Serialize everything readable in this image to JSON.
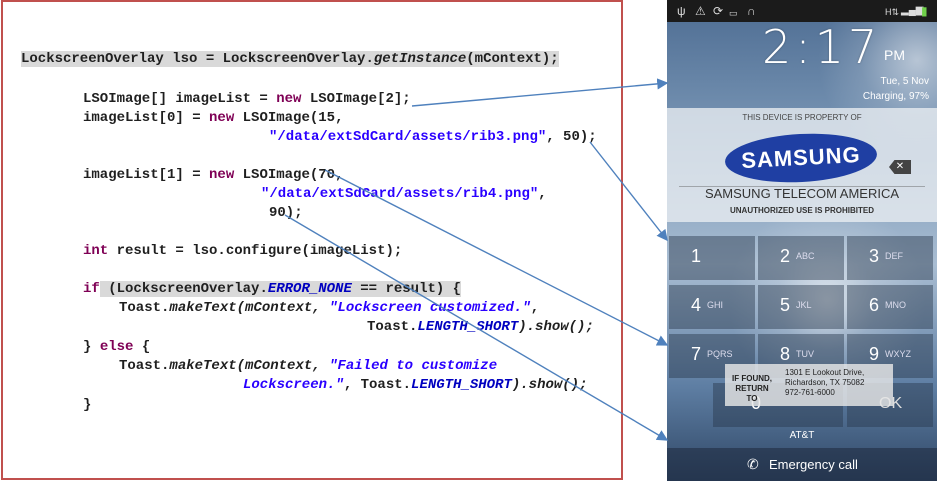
{
  "code": {
    "line1": {
      "a": "LockscreenOverlay lso = LockscreenOverlay.",
      "b": "getInstance",
      "c": "(mContext);"
    },
    "line2": {
      "a": "LSOImage[] imageList = ",
      "kw": "new",
      "b": " LSOImage[2];"
    },
    "line3": {
      "a": "imageList[0] = ",
      "kw": "new",
      "b": " LSOImage(15,"
    },
    "line4": {
      "str": "\"/data/extSdCard/assets/rib3.png\"",
      "b": ", 50);"
    },
    "line5": {
      "a": "imageList[1] = ",
      "kw": "new",
      "b": " LSOImage(70,"
    },
    "line6": {
      "str": "\"/data/extSdCard/assets/rib4.png\"",
      "b": ","
    },
    "line7": {
      "a": "90);"
    },
    "line8": {
      "kw": "int",
      "b": " result = lso.configure(imageList);"
    },
    "line9": {
      "kw": "if",
      "a": " (LockscreenOverlay.",
      "c": "ERROR_NONE",
      "b": " == result) {"
    },
    "line10": {
      "a": "Toast.",
      "it": "makeText",
      "b": "(mContext, ",
      "str": "\"Lockscreen customized.\"",
      "c": ","
    },
    "line11": {
      "a": "Toast.",
      "c": "LENGTH_SHORT",
      "b": ").show();"
    },
    "line12": {
      "a": "} ",
      "kw": "else",
      "b": " {"
    },
    "line13": {
      "a": "Toast.",
      "it": "makeText",
      "b": "(mContext, ",
      "str": "\"Failed to customize"
    },
    "line14": {
      "str": "Lockscreen.\"",
      "a": ", Toast.",
      "c": "LENGTH_SHORT",
      "b": ").show();"
    },
    "line15": {
      "a": "}"
    }
  },
  "phone": {
    "status_icons": [
      "usb-icon",
      "warning-icon",
      "sync-icon",
      "sd-card-icon",
      "headset-icon",
      "data-icon",
      "signal-icon",
      "battery-icon"
    ],
    "time": "2:17",
    "ampm": "PM",
    "date": "Tue, 5 Nov",
    "charging": "Charging, 97%",
    "ownership_title": "THIS DEVICE IS PROPERTY OF",
    "logo_text": "SAMSUNG",
    "company": "SAMSUNG TELECOM AMERICA",
    "unauthorized": "UNAUTHORIZED USE IS PROHIBITED",
    "keys": [
      {
        "digit": "1",
        "letters": ""
      },
      {
        "digit": "2",
        "letters": "ABC"
      },
      {
        "digit": "3",
        "letters": "DEF"
      },
      {
        "digit": "4",
        "letters": "GHI"
      },
      {
        "digit": "5",
        "letters": "JKL"
      },
      {
        "digit": "6",
        "letters": "MNO"
      },
      {
        "digit": "7",
        "letters": "PQRS"
      },
      {
        "digit": "8",
        "letters": "TUV"
      },
      {
        "digit": "9",
        "letters": "WXYZ"
      }
    ],
    "zero": "0",
    "ok": "OK",
    "if_found": "IF FOUND, RETURN TO",
    "address": [
      "1301 E Lookout Drive,",
      "Richardson, TX 75082",
      "972-761-6000"
    ],
    "carrier": "AT&T",
    "emergency_call": "Emergency call"
  },
  "colors": {
    "panel_border": "#c0504d",
    "arrow": "#4f81bd",
    "keyword": "#7f0055",
    "string": "#2a00ff",
    "constant": "#0000c0"
  }
}
